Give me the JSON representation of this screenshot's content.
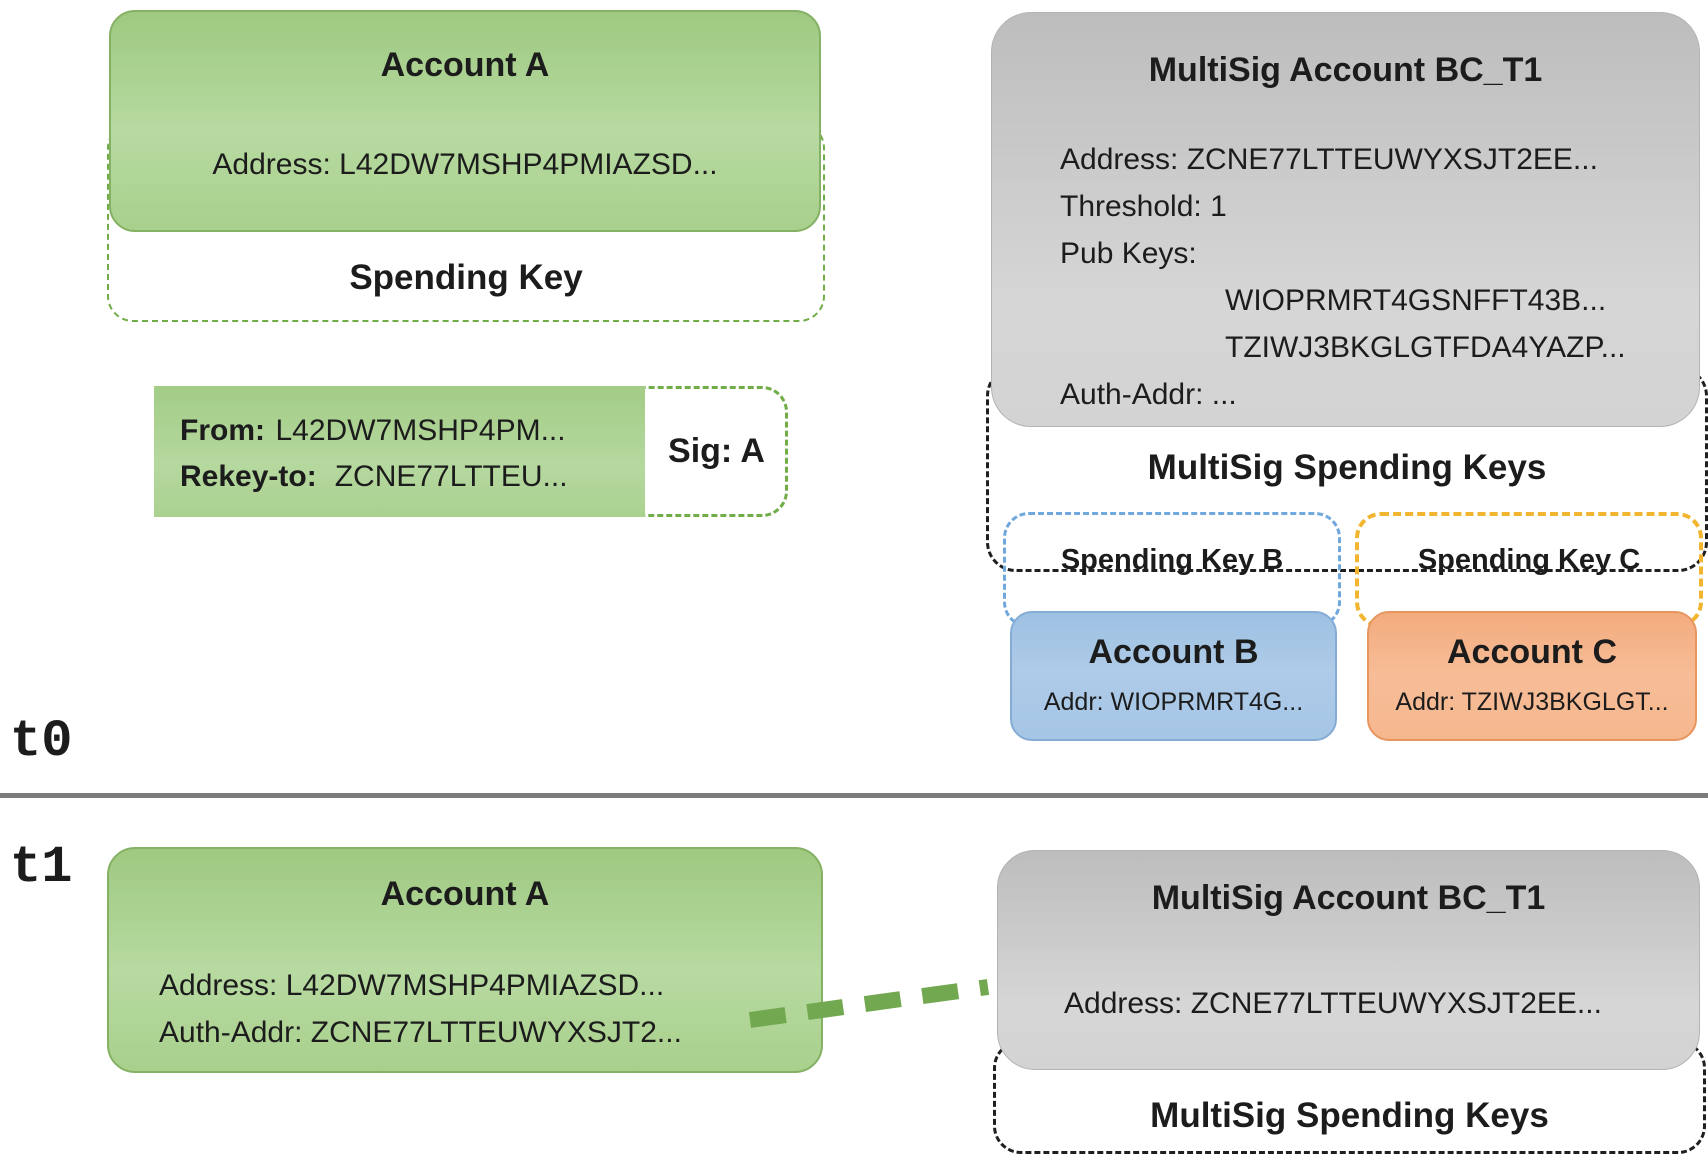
{
  "t0": {
    "label": "t0",
    "account_a": {
      "title": "Account A",
      "address": "Address: L42DW7MSHP4PMIAZSD..."
    },
    "spending_key_label": "Spending Key",
    "rekey_transaction": {
      "from_label": "From:",
      "from_value": "L42DW7MSHP4PM...",
      "rekey_label": "Rekey-to:",
      "rekey_value": "ZCNE77LTTEU...",
      "sig": "Sig: A"
    },
    "multisig": {
      "title": "MultiSig Account BC_T1",
      "address": "Address: ZCNE77LTTEUWYXSJT2EE...",
      "threshold": "Threshold: 1",
      "pub_keys_label": "Pub Keys:",
      "pub_key_1": "WIOPRMRT4GSNFFT43B...",
      "pub_key_2": "TZIWJ3BKGLGTFDA4YAZP...",
      "auth_addr": "Auth-Addr: ..."
    },
    "multisig_spending_keys_label": "MultiSig Spending Keys",
    "spending_key_b_label": "Spending Key B",
    "spending_key_c_label": "Spending Key C",
    "account_b": {
      "title": "Account B",
      "address": "Addr: WIOPRMRT4G..."
    },
    "account_c": {
      "title": "Account C",
      "address": "Addr: TZIWJ3BKGLGT..."
    }
  },
  "t1": {
    "label": "t1",
    "account_a": {
      "title": "Account A",
      "address": "Address: L42DW7MSHP4PMIAZSD...",
      "auth_addr": "Auth-Addr: ZCNE77LTTEUWYXSJT2..."
    },
    "multisig": {
      "title": "MultiSig Account BC_T1",
      "address": "Address: ZCNE77LTTEUWYXSJT2EE..."
    },
    "multisig_spending_keys_label": "MultiSig Spending Keys"
  },
  "colors": {
    "account_green_fill": "#a9d08d",
    "green_dash": "#70ad47",
    "multisig_gray_fill": "#d0d0d0",
    "account_blue_fill": "#a9c7e6",
    "blue_dash": "#6fa8dc",
    "account_orange_fill": "#f5b78e",
    "yellow_dash": "#f2b530",
    "black_dash": "#1f1f1f",
    "arrow_green": "#72a84f",
    "divider_gray": "#7b7b7b"
  }
}
